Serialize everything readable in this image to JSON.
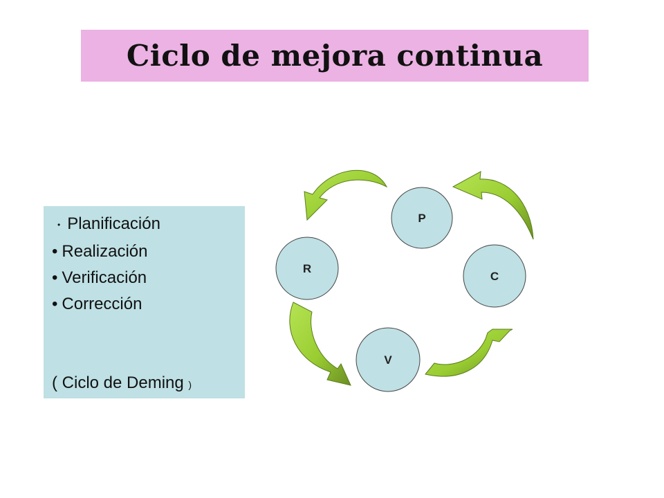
{
  "title": "Ciclo de mejora continua",
  "legend": {
    "items": [
      "Planificación",
      "Realización",
      "Verificación",
      "Corrección"
    ],
    "bullet": "•",
    "footer_main": "( Ciclo de Deming",
    "footer_close": ")"
  },
  "nodes": {
    "p": "P",
    "c": "C",
    "v": "V",
    "r": "R"
  },
  "colors": {
    "title_bg": "#ebb2e3",
    "legend_bg": "#bfe0e4",
    "node_fill": "#bfe0e4",
    "arrow_light": "#9acd32",
    "arrow_dark": "#6b8e23"
  }
}
